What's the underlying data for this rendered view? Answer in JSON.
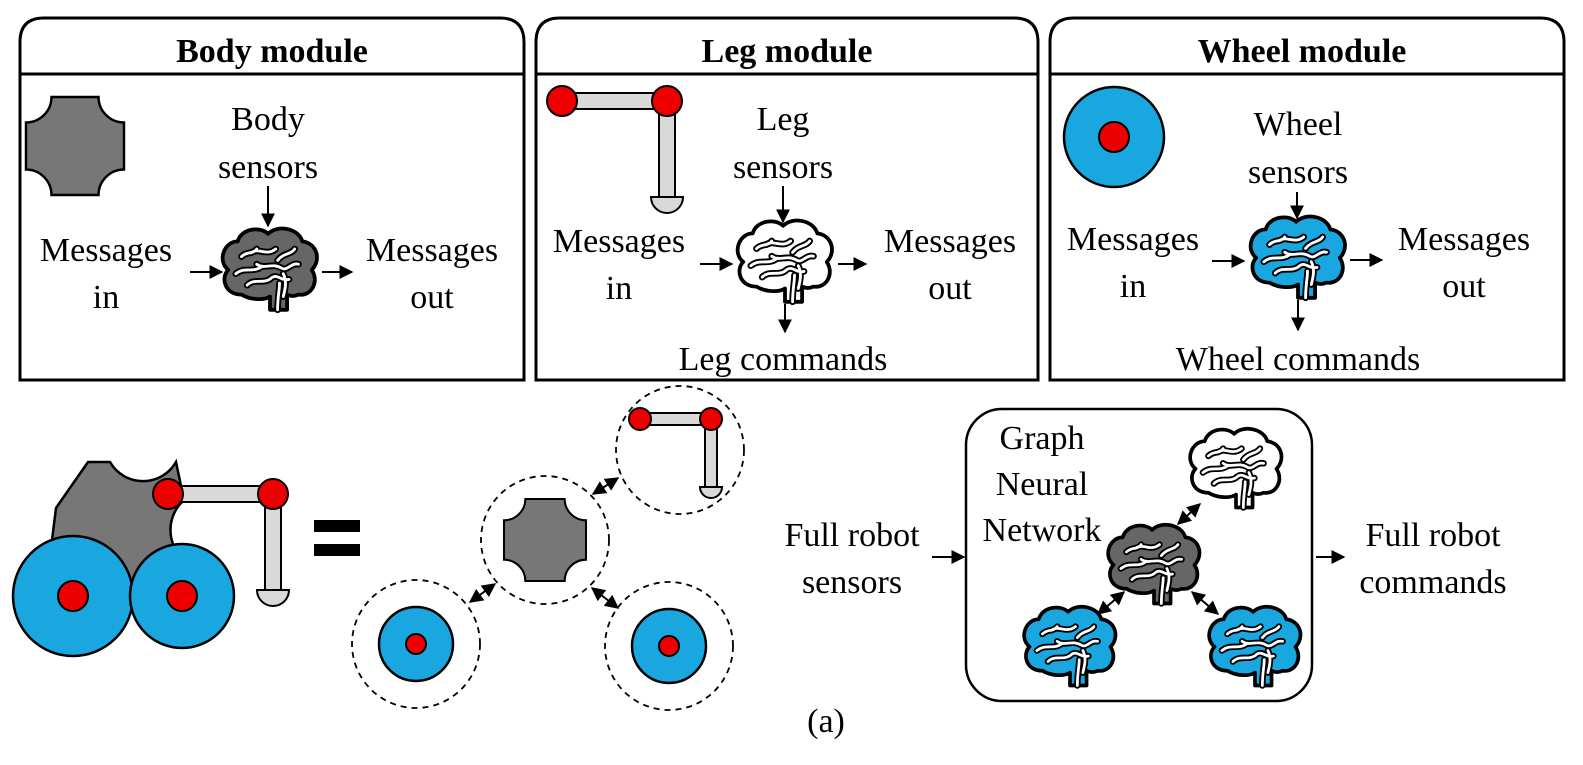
{
  "modules": {
    "body": {
      "title": "Body module",
      "sensors_line1": "Body",
      "sensors_line2": "sensors",
      "in_line1": "Messages",
      "in_line2": "in",
      "out_line1": "Messages",
      "out_line2": "out"
    },
    "leg": {
      "title": "Leg module",
      "sensors_line1": "Leg",
      "sensors_line2": "sensors",
      "in_line1": "Messages",
      "in_line2": "in",
      "out_line1": "Messages",
      "out_line2": "out",
      "commands": "Leg commands"
    },
    "wheel": {
      "title": "Wheel module",
      "sensors_line1": "Wheel",
      "sensors_line2": "sensors",
      "in_line1": "Messages",
      "in_line2": "in",
      "out_line1": "Messages",
      "out_line2": "out",
      "commands": "Wheel commands"
    }
  },
  "robot": {
    "equals": "="
  },
  "gnn": {
    "title_line1": "Graph",
    "title_line2": "Neural",
    "title_line3": "Network",
    "input_line1": "Full robot",
    "input_line2": "sensors",
    "output_line1": "Full robot",
    "output_line2": "commands"
  },
  "caption": "(a)",
  "colors": {
    "body_gray": "#777777",
    "joint_red": "#ee0000",
    "wheel_blue": "#1aa7e0",
    "link_gray": "#d9d9d9",
    "brain_dark": "#666666",
    "brain_white": "#ffffff",
    "brain_blue": "#1aa7e0"
  },
  "icons": [
    "body-shape-icon",
    "leg-shape-icon",
    "wheel-shape-icon",
    "brain-icon",
    "arrow-icon"
  ]
}
